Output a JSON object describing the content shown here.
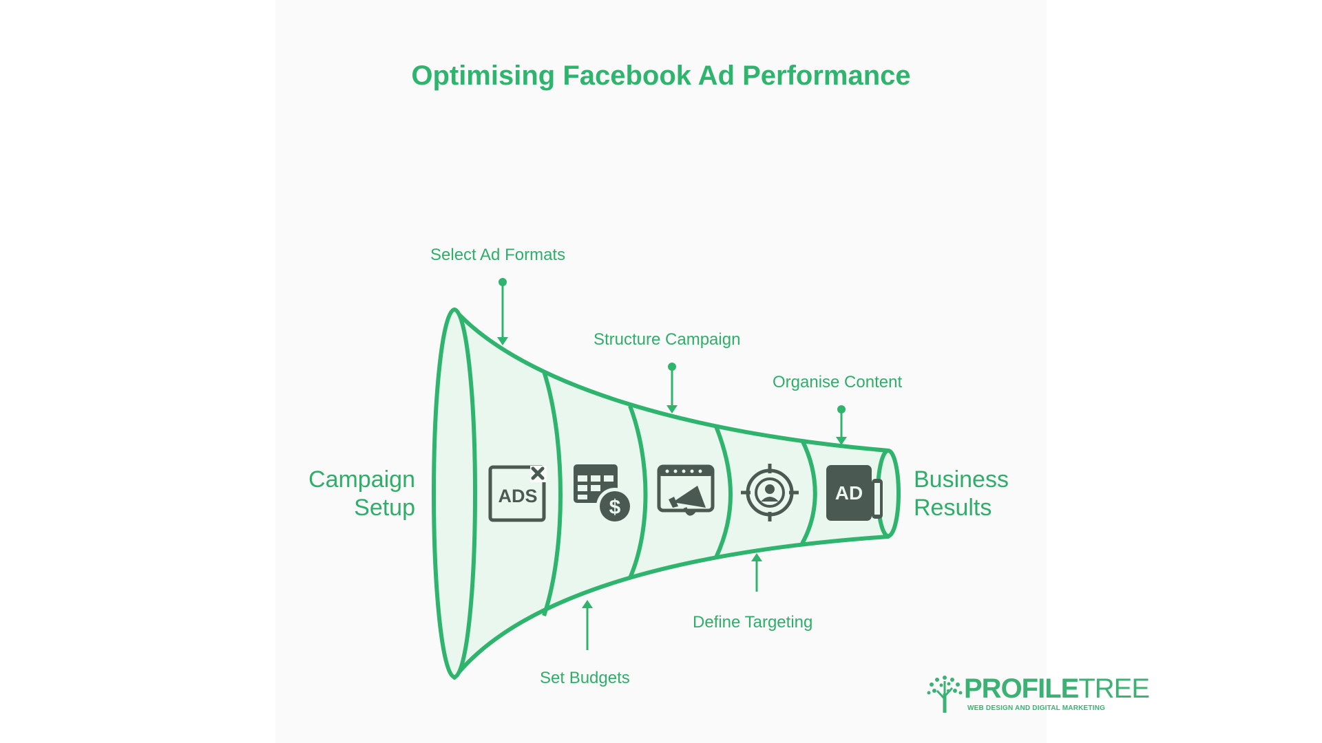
{
  "title": "Optimising Facebook Ad Performance",
  "start_label": [
    "Campaign",
    "Setup"
  ],
  "end_label": [
    "Business",
    "Results"
  ],
  "steps": [
    {
      "label": "Select Ad Formats",
      "icon": "ads-window-icon",
      "position": "top"
    },
    {
      "label": "Set Budgets",
      "icon": "budget-table-dollar-icon",
      "position": "bottom"
    },
    {
      "label": "Structure Campaign",
      "icon": "megaphone-screen-icon",
      "position": "top"
    },
    {
      "label": "Define Targeting",
      "icon": "target-user-icon",
      "position": "bottom"
    },
    {
      "label": "Organise Content",
      "icon": "ad-book-icon",
      "position": "top"
    }
  ],
  "logo": {
    "name_bold": "PROFILE",
    "name_light": "TREE",
    "tagline": "WEB DESIGN AND DIGITAL MARKETING"
  },
  "colors": {
    "accent": "#2fb46e",
    "funnel_fill": "#e9f7ef",
    "icon": "#4a5a52"
  }
}
